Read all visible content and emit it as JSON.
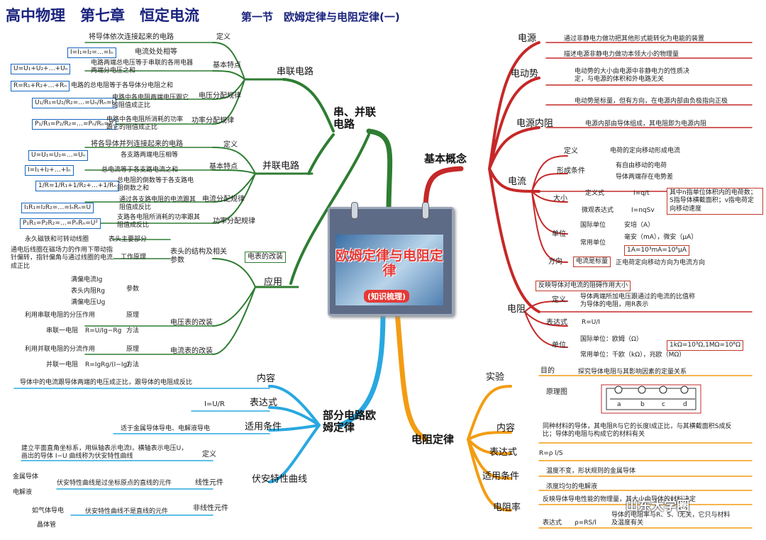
{
  "title": "高中物理　第七章　恒定电流",
  "subtitle": "第一节　欧姆定律与电阻定律(一)",
  "center": {
    "title": "欧姆定律与电阻定律",
    "subtitle": "(知识梳理)"
  },
  "watermark": "山东大学圈",
  "colors": {
    "green": "#2e7d32",
    "red": "#c62828",
    "blue": "#29a8e0",
    "orange": "#f39c12"
  },
  "series_parallel": {
    "label": "串、并联电路",
    "series": {
      "label": "串联电路",
      "def_label": "定义",
      "def_text": "将导体依次连接起来的电路",
      "feat_label": "基本特点",
      "feat1_formula": "I=I₁=I₂=…=Iₙ",
      "feat1_text": "电流处处相等",
      "feat2_formula": "U=U₁+U₂+…+Uₙ",
      "feat2_text": "电路两端总电压等于串联的各用电器两端分电压之和",
      "feat3_formula": "R=R₁+R₂+…+Rₙ",
      "feat3_text": "电路的总电阻等于各导体分电阻之和",
      "volt_label": "电压分配规律",
      "volt_formula": "U₁/R₁=U₂/R₂=…=Uₙ/Rₙ=I",
      "volt_text": "电路中各电阻两端电压跟它的阻值成正比",
      "power_label": "功率分配规律",
      "power_formula": "P₁/R₁=P₂/R₂=…=Pₙ/Rₙ=I²",
      "power_text": "电路中各电阻所消耗的功率跟它的阻值成正比"
    },
    "parallel": {
      "label": "并联电路",
      "def_label": "定义",
      "def_text": "将各导体并列连接起来的电路",
      "feat_label": "基本特点",
      "feat1_formula": "U=U₁=U₂=…=Uₙ",
      "feat1_text": "各支路两端电压相等",
      "feat2_formula": "I=I₁+I₂+…+Iₙ",
      "feat2_text": "总电流等于各支路电流之和",
      "feat3_formula": "1/R=1/R₁+1/R₂+…+1/Rₙ",
      "feat3_text": "总电阻的倒数等于各支路电阻倒数之和",
      "curr_label": "电流分配规律",
      "curr_formula": "I₁R₁=I₂R₂=…=IₙRₙ=U",
      "curr_text": "通过各支路电阻的电流跟其阻值成反比",
      "power_label": "功率分配规律",
      "power_formula": "P₁R₁=P₂R₂=…=PₙRₙ=U²",
      "power_text": "支路各电阻所消耗的功率跟其阻值成反比"
    }
  },
  "application": {
    "label": "应用",
    "meter_box": "电表的改装",
    "struct_label": "表头的结构及相关参数",
    "main_part_label": "表头主要部分",
    "main_part_text": "永久磁铁和可转动线圈",
    "principle_label": "工作原理",
    "principle_text": "通电后线圈在磁场力的作用下带动指针偏转，指针偏角与通过线圈的电流成正比",
    "param_label": "参数",
    "param1": "满偏电流Ig",
    "param2": "表头内阻Rg",
    "param3": "满偏电压Ug",
    "volt_label": "电压表的改装",
    "volt_principle_label": "原理",
    "volt_principle_text": "利用串联电阻的分压作用",
    "volt_method_label": "方法",
    "volt_method_text": "串联一电阻",
    "volt_method_formula": "R=U/Ig−Rg",
    "amm_label": "电流表的改装",
    "amm_principle_label": "原理",
    "amm_principle_text": "利用并联电阻的分流作用",
    "amm_method_label": "方法",
    "amm_method_text": "并联一电阻",
    "amm_method_formula": "R=IgRg/(I−Ig)"
  },
  "ohm": {
    "label": "部分电路欧姆定律",
    "content_label": "内容",
    "content_text": "导体中的电流跟导体两端的电压成正比，跟导体的电阻成反比",
    "expr_label": "表达式",
    "expr_formula": "I=U/R",
    "cond_label": "适用条件",
    "cond_text": "适于金属导体导电、电解液导电",
    "iv_label": "伏安特性曲线",
    "iv_def_label": "定义",
    "iv_def_text": "建立平面直角坐标系，用纵轴表示电流I，横轴表示电压U，画出的导体 I−U 曲线称为伏安特性曲线",
    "linear_label": "线性元件",
    "linear_text": "伏安特性曲线是过坐标原点的直线的元件",
    "linear_ex1": "金属导体",
    "linear_ex2": "电解液",
    "nonlinear_label": "非线性元件",
    "nonlinear_text": "伏安特性曲线不是直线的元件",
    "nonlinear_ex1": "如气体导电",
    "nonlinear_ex2": "晶体管"
  },
  "basic": {
    "label": "基本概念",
    "source_label": "电源",
    "source_text": "通过非静电力做功把其他形式能转化为电能的装置",
    "emf_label": "电动势",
    "emf_text1": "描述电源非静电力做功本领大小的物理量",
    "emf_text2": "电动势的大小由电源中非静电力的性质决定，与电源的体积和外电路无关",
    "emf_text3": "电动势是标量，但有方向，在电源内部由负极指向正极",
    "ir_label": "电源内阻",
    "ir_text": "电源内部由导体组成，其电阻即为电源内阻",
    "cur_label": "电流",
    "cur_def_label": "定义",
    "cur_def_text": "电荷的定向移动形成电流",
    "cur_cond_label": "形成条件",
    "cur_cond1": "有自由移动的电荷",
    "cur_cond2": "导体两端存在电势差",
    "cur_size_label": "大小",
    "cur_def_eq_label": "定义式",
    "cur_def_eq": "I=q/t",
    "cur_micro_label": "微观表达式",
    "cur_micro_eq": "I=nqSv",
    "cur_micro_note": "其中n指单位体积内的电荷数；S指导体横截面积；v指电荷定向移动速度",
    "cur_unit_label": "单位",
    "cur_si_label": "国际单位",
    "cur_si_text": "安培（A）",
    "cur_common_label": "常用单位",
    "cur_common_text": "毫安（mA），微安（μA）",
    "cur_conv": "1A=10³mA=10⁶μA",
    "cur_dir_label": "方向",
    "cur_scalar": "电流是标量",
    "cur_dir_text": "正电荷定向移动方向为电流方向",
    "res_label": "电阻",
    "res_desc": "反映导体对电流的阻碍作用大小",
    "res_def_label": "定义",
    "res_def_text": "导体两端所加电压跟通过的电流的比值称为导体的电阻，用R表示",
    "res_expr_label": "表达式",
    "res_expr": "R=U/I",
    "res_unit_label": "单位",
    "res_si_text": "国际单位：欧姆（Ω）",
    "res_common_text": "常用单位：千欧（kΩ），兆欧（MΩ）",
    "res_conv": "1kΩ=10³Ω,1MΩ=10⁶Ω"
  },
  "resistance_law": {
    "label": "电阻定律",
    "exp_label": "实验",
    "exp_goal_label": "目的",
    "exp_goal_text": "探究导体电阻与其影响因素的定量关系",
    "exp_diagram_label": "原理图",
    "circuit_labels": [
      "a",
      "b",
      "c",
      "d"
    ],
    "content_label": "内容",
    "content_text": "同种材料的导体，其电阻R与它的长度l成正比，与其横截面积S成反比；导体的电阻与构成它的材料有关",
    "expr_label": "表达式",
    "expr_formula": "R=ρ l/S",
    "cond_label": "适用条件",
    "cond1": "温度不变，形状规则的金属导体",
    "cond2": "浓度均匀的电解液",
    "rho_label": "电阻率",
    "rho_text": "反映导体导电性能的物理量，其大小由导体的材料决定",
    "rho_expr_label": "表达式",
    "rho_expr": "ρ=RS/l",
    "rho_note": "导体的电阻率与R、S、l无关，它只与材料及温度有关"
  }
}
